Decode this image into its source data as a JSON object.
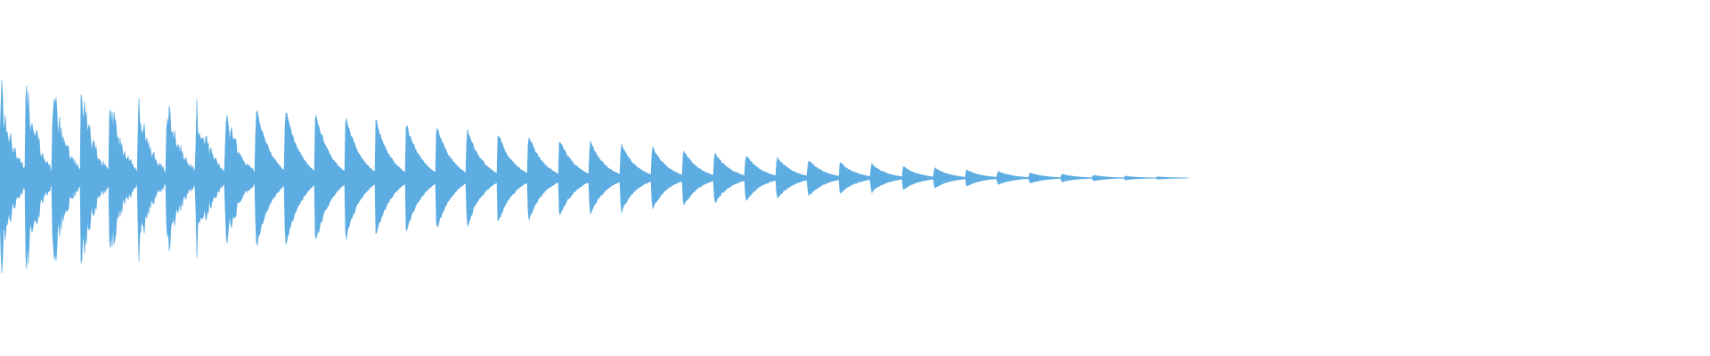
{
  "waveform": {
    "fill_color": "#5dade2",
    "background_color": "#ffffff",
    "duration_fraction_of_view": 0.695,
    "onset_count": 40,
    "peak_amplitude": 1.0,
    "end_amplitude": 0.02
  }
}
